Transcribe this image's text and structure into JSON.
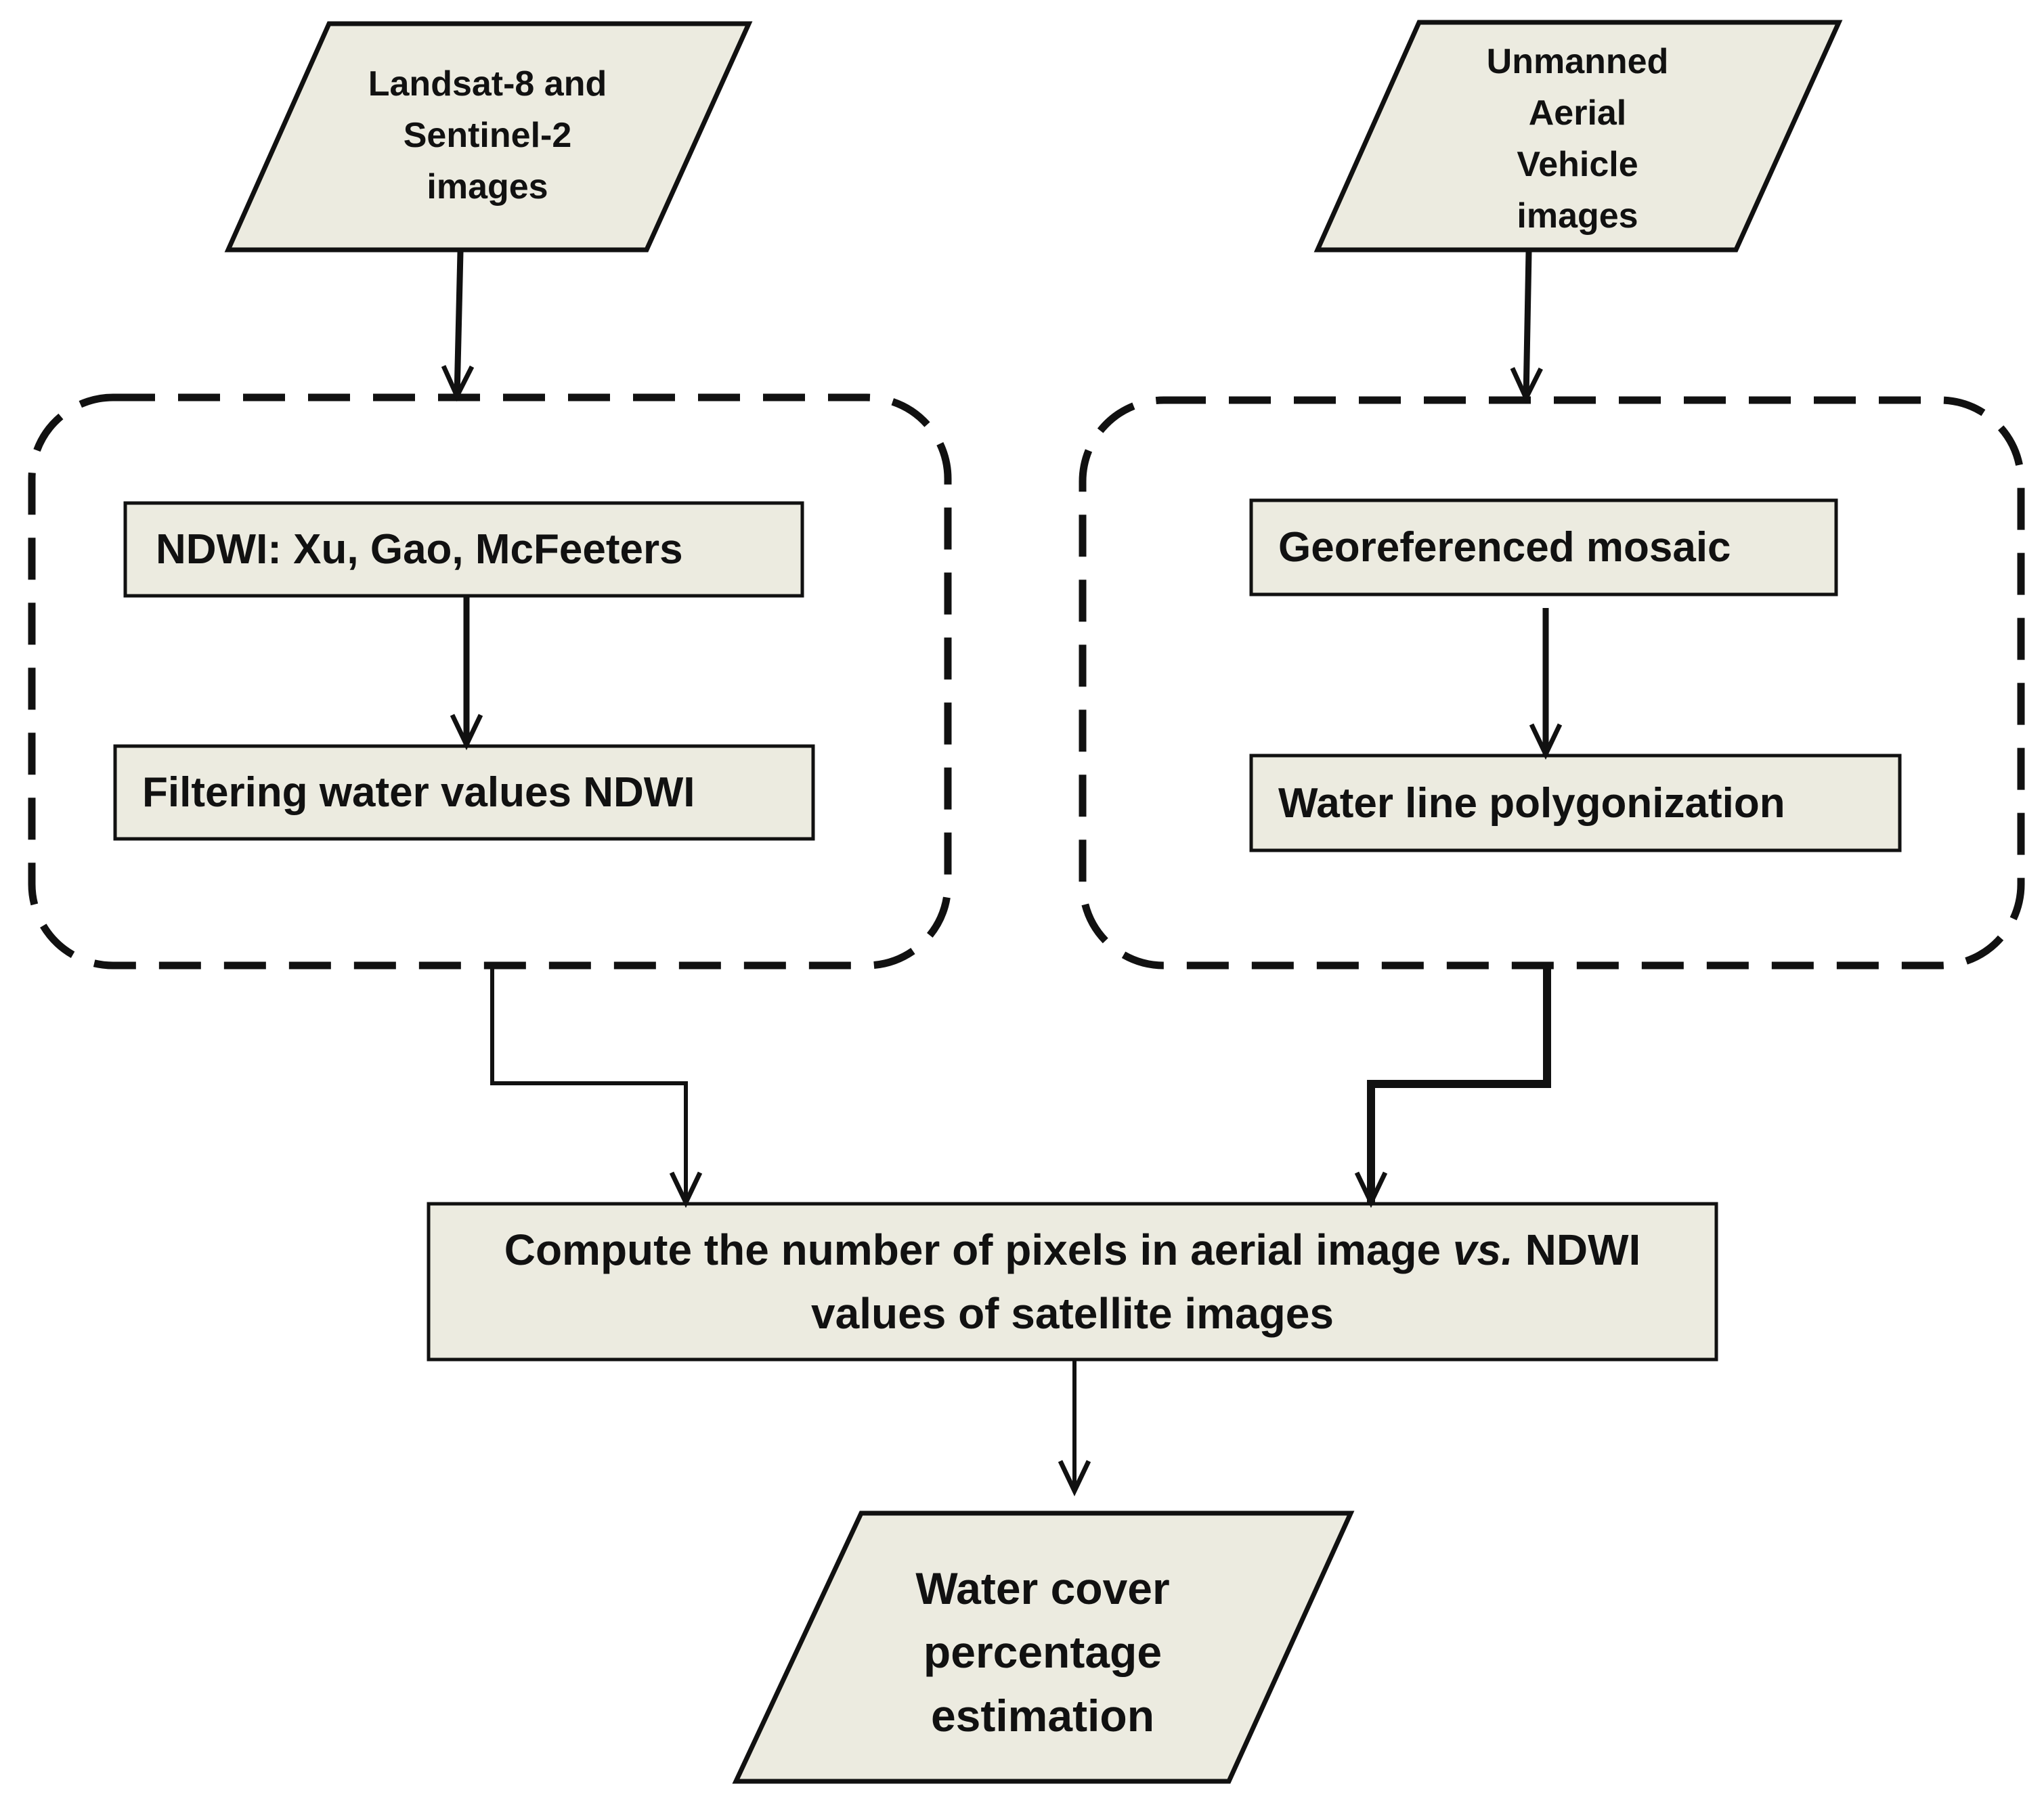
{
  "inputs": {
    "satellite": {
      "lines": [
        "Landsat-8 and",
        "Sentinel-2",
        "images"
      ]
    },
    "uav": {
      "lines": [
        "Unmanned",
        "Aerial",
        "Vehicle",
        "images"
      ]
    }
  },
  "satellite_group": {
    "ndwi_box": "NDWI: Xu, Gao, McFeeters",
    "filter_box": "Filtering water values NDWI"
  },
  "uav_group": {
    "mosaic_box": "Georeferenced mosaic",
    "polygon_box": "Water line polygonization"
  },
  "compute_box": {
    "line1_a": "Compute the number of pixels in aerial image ",
    "line1_italic": "vs.",
    "line1_b": " NDWI",
    "line2": "values of satellite images"
  },
  "output": {
    "lines": [
      "Water cover",
      "percentage",
      "estimation"
    ]
  },
  "colors": {
    "box_fill": "#ecebe0",
    "stroke": "#111111",
    "background": "#ffffff"
  }
}
